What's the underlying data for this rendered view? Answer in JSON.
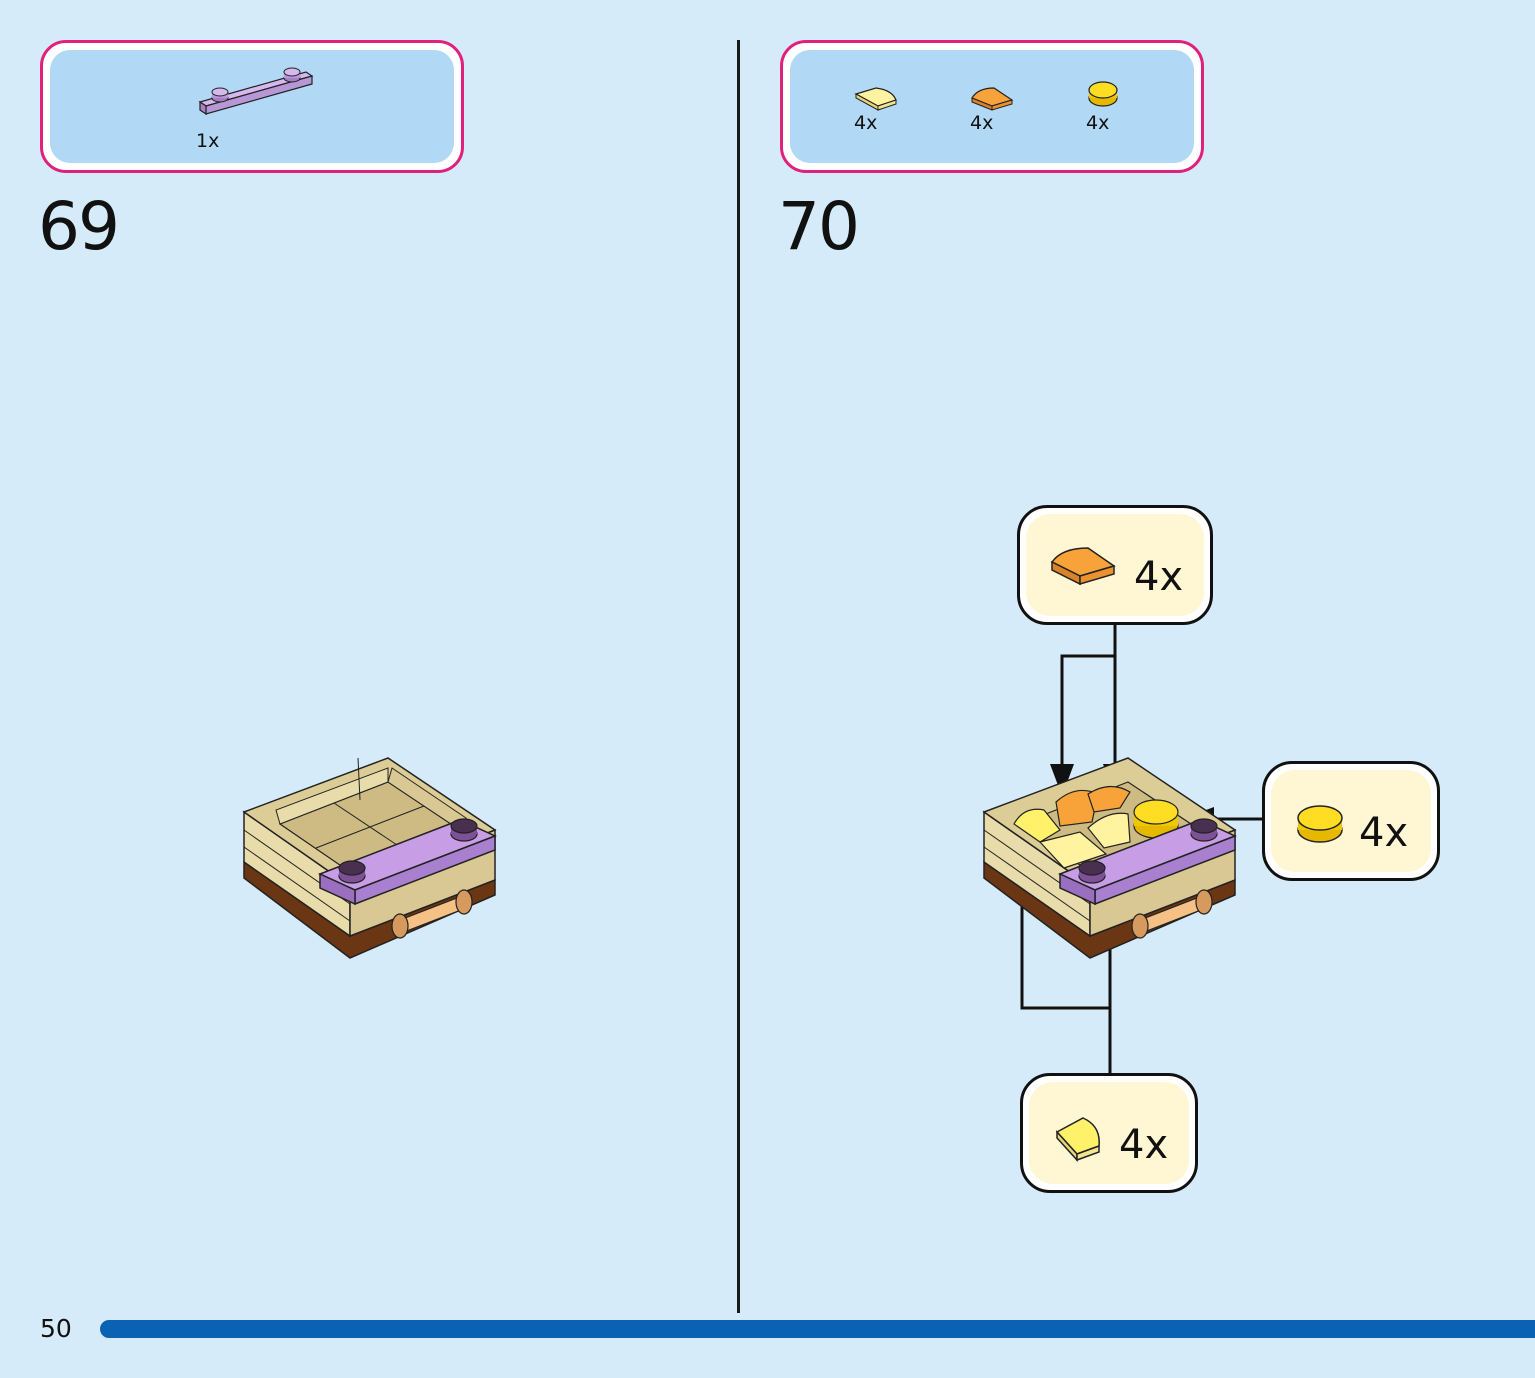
{
  "page": {
    "number": "50",
    "bar_color": "#0b62b3",
    "background": "#d5ebf9"
  },
  "steps": [
    {
      "number": "69",
      "parts": [
        {
          "icon": "purple-plate-1x4-icon",
          "qty": "1x"
        }
      ]
    },
    {
      "number": "70",
      "parts": [
        {
          "icon": "yellow-quarter-tile-icon",
          "qty": "4x"
        },
        {
          "icon": "orange-quarter-tile-icon",
          "qty": "4x"
        },
        {
          "icon": "yellow-round-tile-icon",
          "qty": "4x"
        }
      ],
      "callouts": [
        {
          "icon": "orange-quarter-tile-icon",
          "qty": "4x"
        },
        {
          "icon": "yellow-round-tile-icon",
          "qty": "4x"
        },
        {
          "icon": "yellow-quarter-tile-icon",
          "qty": "4x"
        }
      ]
    }
  ],
  "colors": {
    "accent_border": "#e0217c",
    "parts_bg": "#b1d8f4",
    "callout_bg": "#fff6d3"
  }
}
